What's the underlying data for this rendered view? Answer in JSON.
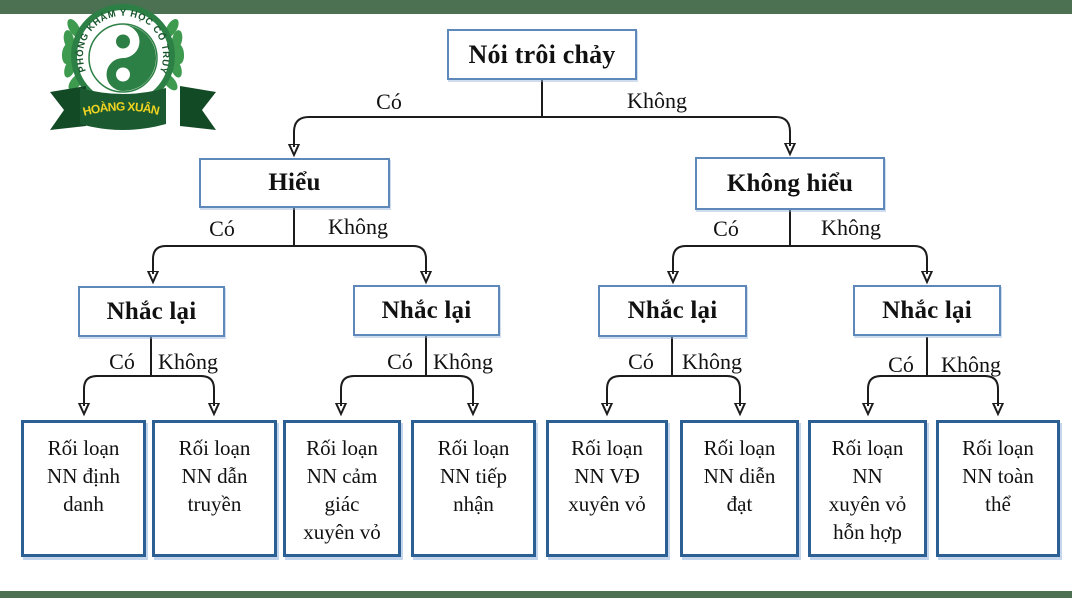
{
  "colors": {
    "top_bar": "#4b7152",
    "bottom_bar": "#4b7152",
    "background": "#ffffff",
    "node_border": "#5e88ba",
    "leaf_border": "#2c5f94",
    "connector_line": "#1c1c1c",
    "logo_green": "#2d8045",
    "logo_ribbon": "#1b5a30",
    "logo_banner_text_color": "#f0d320"
  },
  "logo": {
    "ring_text": "PHÒNG KHÁM Y HỌC CỔ TRUYỀN",
    "banner_text": "HOÀNG XUÂN",
    "symbol": "yin-yang"
  },
  "flowchart": {
    "yes": "Có",
    "no": "Không",
    "root": "Nói trôi chảy",
    "level1": {
      "left": "Hiểu",
      "right": "Không hiểu"
    },
    "level2": [
      "Nhắc lại",
      "Nhắc lại",
      "Nhắc lại",
      "Nhắc lại"
    ],
    "leaves": [
      "Rối loạn\nNN định\ndanh",
      "Rối loạn\nNN dẫn\ntruyền",
      "Rối loạn\nNN cảm\ngiác\nxuyên vỏ",
      "Rối loạn\nNN tiếp\nnhận",
      "Rối loạn\nNN VĐ\nxuyên vỏ",
      "Rối loạn\nNN diễn\nđạt",
      "Rối loạn\nNN\nxuyên vỏ\nhỗn hợp",
      "Rối loạn\nNN toàn\nthể"
    ]
  }
}
